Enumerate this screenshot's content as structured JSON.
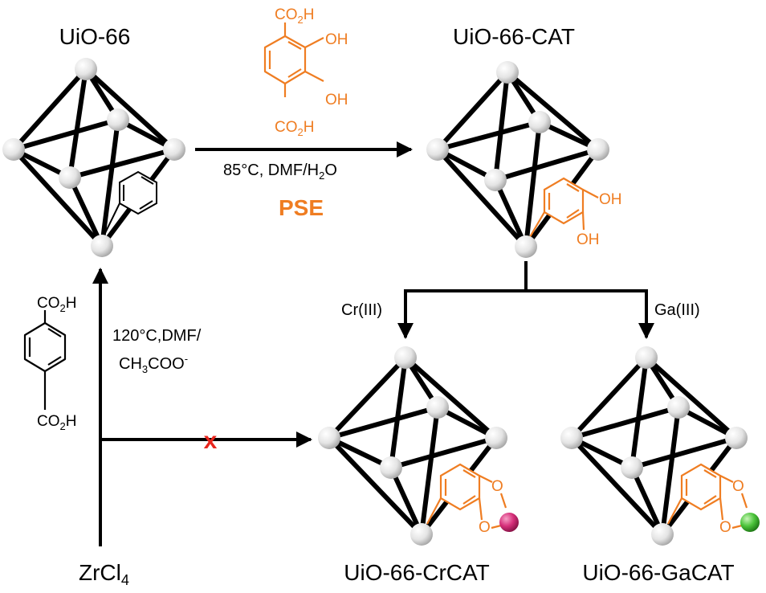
{
  "colors": {
    "organic": "#ef7d22",
    "bond_black": "#000000",
    "node_fill": "#e9e9e9",
    "chromium": "#d62f7a",
    "gallium": "#4cc43b",
    "block_mark": "#e8251c"
  },
  "labels": {
    "uio66": "UiO-66",
    "uio66_cat": "UiO-66-CAT",
    "uio66_crcat": "UiO-66-CrCAT",
    "uio66_gacat": "UiO-66-GaCAT",
    "zrcl": "ZrCl",
    "zrcl_sub": "4"
  },
  "reactions": {
    "pse": {
      "temp_solvent": "85°C, DMF/H",
      "sub": "2",
      "tail": "O",
      "label": "PSE"
    },
    "synthesis": {
      "line1": "120°C,DMF/",
      "line2_a": "CH",
      "line2_sub": "3",
      "line2_b": "COO",
      "line2_sup": "-"
    },
    "metalation_cr": "Cr(III)",
    "metalation_ga": "Ga(III)",
    "blocked_mark": "x"
  },
  "molecules": {
    "acid_group": "CO",
    "acid_sub": "2",
    "acid_tail": "H",
    "hydroxyl": "OH",
    "oxygen": "O"
  }
}
